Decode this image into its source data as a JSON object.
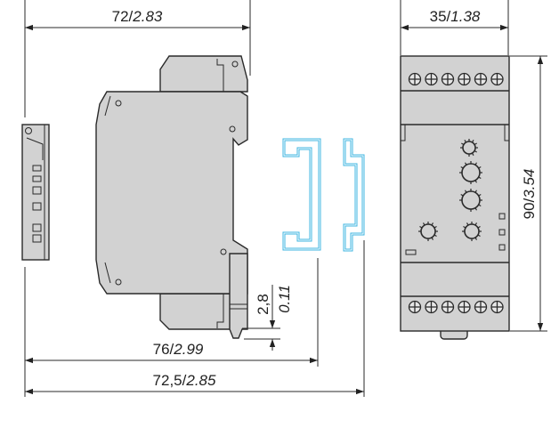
{
  "dimensions": {
    "side_width": {
      "metric": "72",
      "imperial": "2.83"
    },
    "front_width": {
      "metric": "35",
      "imperial": "1.38"
    },
    "height": {
      "metric": "90",
      "imperial": "3.54"
    },
    "depth_to_rail": {
      "metric": "76",
      "imperial": "2.99"
    },
    "depth_total": {
      "metric": "72,5",
      "imperial": "2.85"
    },
    "clip_offset": {
      "metric": "2,8",
      "imperial": "0.11"
    }
  },
  "colors": {
    "rail": "#3db4e0",
    "body": "#d2d2d2",
    "outline": "#2a2a2a"
  }
}
